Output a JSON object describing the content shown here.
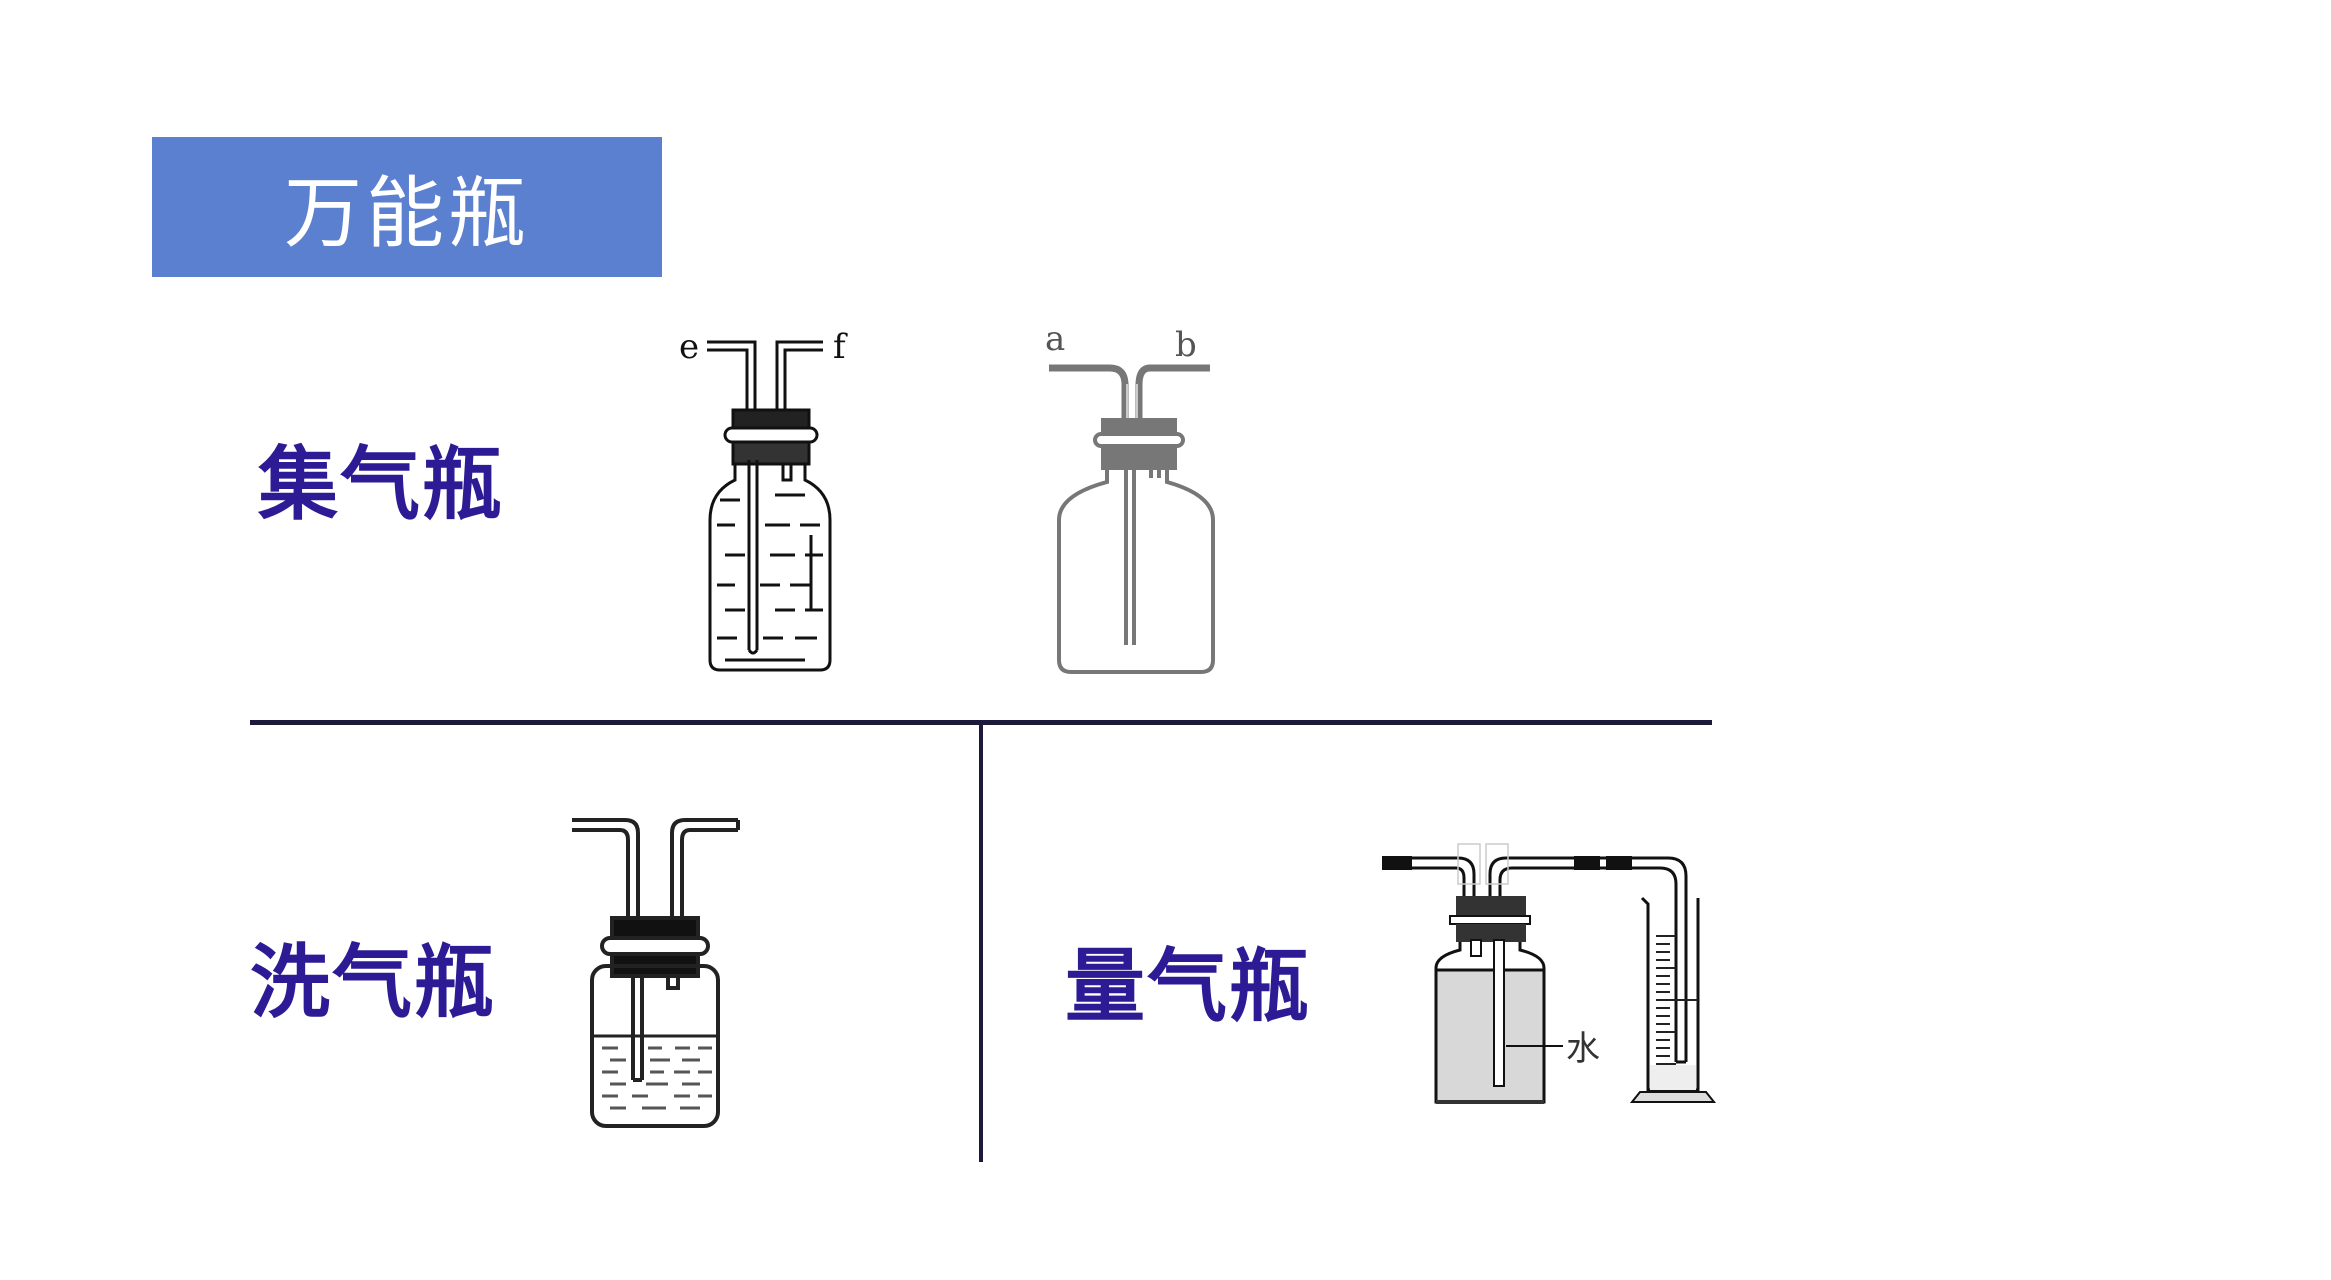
{
  "slide": {
    "title": "万能瓶",
    "colors": {
      "title_bg": "#5b80cf",
      "title_text": "#ffffff",
      "label_text": "#2d1b96",
      "divider": "#1c1a3a",
      "background": "#ffffff"
    }
  },
  "sections": [
    {
      "label": "集气瓶",
      "figures": [
        {
          "id": "gas-collecting-bottle-water",
          "port_labels": [
            "e",
            "f"
          ],
          "contents": "water"
        },
        {
          "id": "gas-collecting-bottle-empty",
          "port_labels": [
            "a",
            "b"
          ],
          "contents": "empty"
        }
      ]
    },
    {
      "label": "洗气瓶",
      "figures": [
        {
          "id": "gas-washing-bottle",
          "port_labels": [],
          "contents": "liquid"
        }
      ]
    },
    {
      "label": "量气瓶",
      "figures": [
        {
          "id": "gas-measuring-setup",
          "annotation": "水",
          "includes": [
            "bottle",
            "graduated-cylinder"
          ]
        }
      ]
    }
  ]
}
